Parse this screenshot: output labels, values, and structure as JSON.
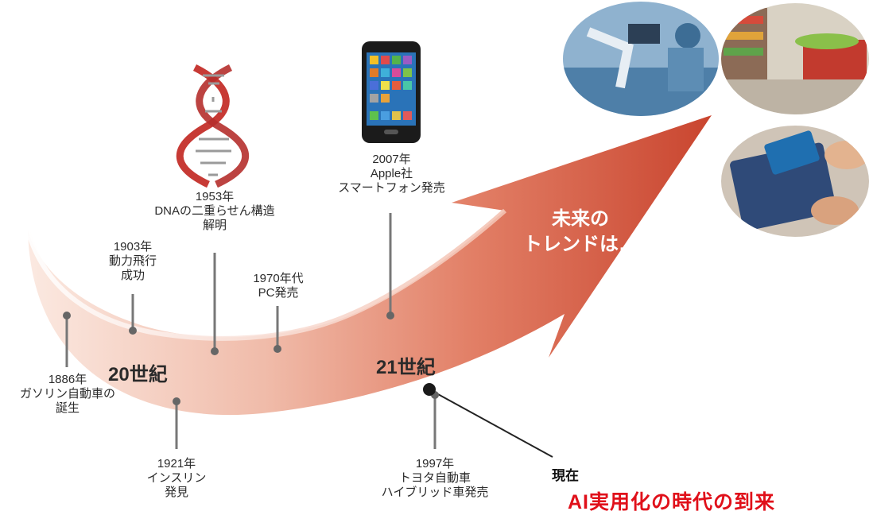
{
  "colors": {
    "arrow_dark": "#cf5a45",
    "arrow_light": "#f6d2c4",
    "accent_red": "#e0101a",
    "marker": "#555555"
  },
  "milestones": [
    {
      "id": "m1886",
      "lines": [
        "1886年",
        "ガソリン自動車の",
        "誕生"
      ]
    },
    {
      "id": "m1903",
      "lines": [
        "1903年",
        "動力飛行",
        "成功"
      ]
    },
    {
      "id": "m1921",
      "lines": [
        "1921年",
        "インスリン",
        "発見"
      ]
    },
    {
      "id": "m1953",
      "lines": [
        "1953年",
        "DNAの二重らせん構造",
        "解明"
      ]
    },
    {
      "id": "m1970",
      "lines": [
        "1970年代",
        "PC発売"
      ]
    },
    {
      "id": "m1997",
      "lines": [
        "1997年",
        "トヨタ自動車",
        "ハイブリッド車発売"
      ]
    },
    {
      "id": "m2007",
      "lines": [
        "2007年",
        "Apple社",
        "スマートフォン発売"
      ]
    }
  ],
  "eras": {
    "c20": "20世紀",
    "c21": "21世紀"
  },
  "future": {
    "line1": "未来の",
    "line2": "トレンドは…"
  },
  "present": {
    "label": "現在",
    "caption": "AI実用化の時代の到来"
  },
  "images": [
    "dna-helix",
    "smartphone",
    "robotic-surgery",
    "supermarket",
    "card-payment"
  ]
}
